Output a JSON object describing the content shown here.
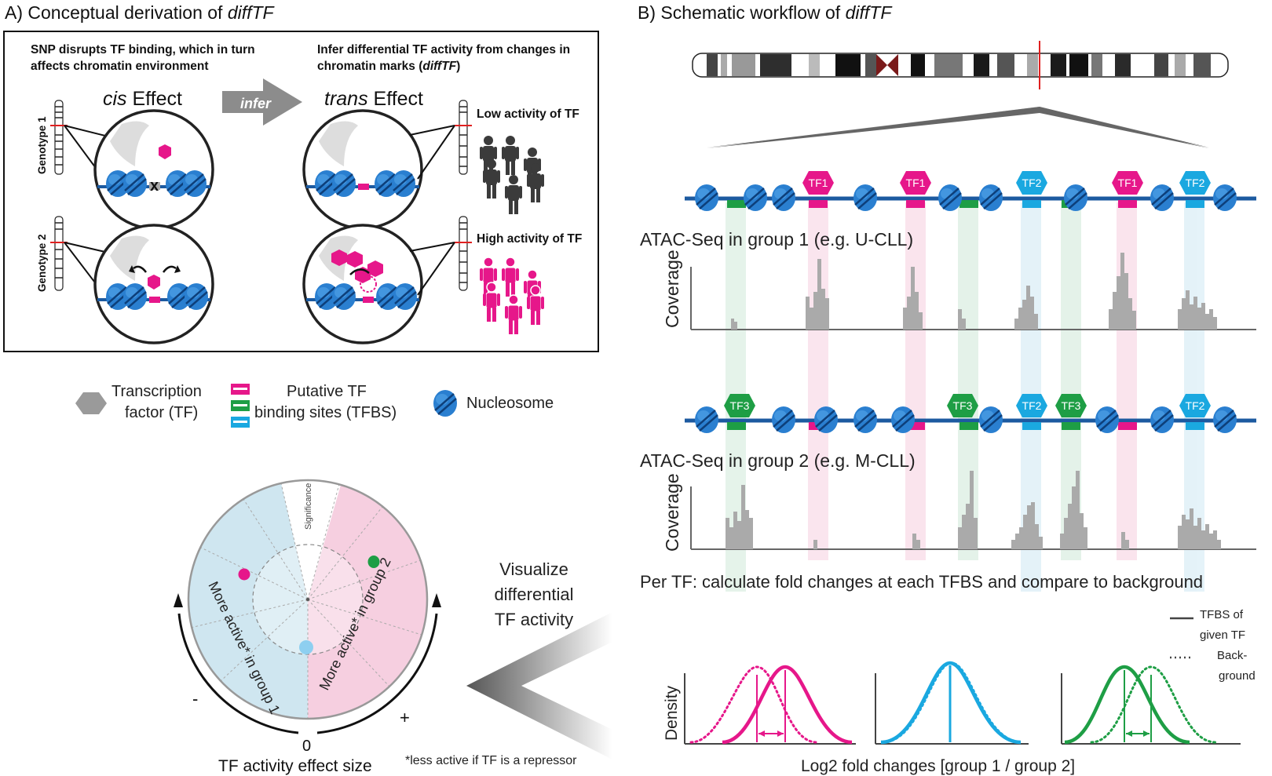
{
  "panel_a": {
    "title_prefix": "A) Conceptual derivation of ",
    "title_italic": "diffTF",
    "left_heading_line1": "SNP disrupts TF binding, which in turn",
    "left_heading_line2": "affects chromatin environment",
    "right_heading_line1": "Infer differential TF activity from changes in",
    "right_heading_line2_prefix": "chromatin marks (",
    "right_heading_line2_italic": "diffTF",
    "right_heading_line2_suffix": ")",
    "cis_italic": "cis",
    "cis_suffix": " Effect",
    "trans_italic": "trans",
    "trans_suffix": " Effect",
    "infer_label": "infer",
    "genotype1": "Genotype 1",
    "genotype2": "Genotype 2",
    "low_activity": "Low activity of TF",
    "high_activity": "High activity of TF",
    "mutation_mark": "x"
  },
  "legend": {
    "tf_line1": "Transcription",
    "tf_line2": "factor (TF)",
    "tfbs_line1": "Putative TF",
    "tfbs_line2": "binding sites (TFBS)",
    "nucleosome": "Nucleosome"
  },
  "circle_plot": {
    "significance": "Significance",
    "group1_label": "More active* in group 1",
    "group2_label": "More active* in group 2",
    "minus": "-",
    "plus": "+",
    "zero": "0",
    "axis_title": "TF activity effect size",
    "footnote": "*less active if TF is a repressor",
    "visualize_line1": "Visualize",
    "visualize_line2": "differential",
    "visualize_line3": "TF activity"
  },
  "panel_b": {
    "title_prefix": "B) Schematic workflow of ",
    "title_italic": "diffTF",
    "atac1": "ATAC-Seq in group 1 (e.g. U-CLL)",
    "atac2": "ATAC-Seq in group 2 (e.g. M-CLL)",
    "coverage": "Coverage",
    "per_tf": "Per TF: calculate fold changes at each TFBS and compare to background",
    "density": "Density",
    "fold_axis": "Log2 fold changes [group 1 / group 2]",
    "legend_solid_line1": "TFBS of",
    "legend_solid_line2": "given TF",
    "legend_dotted_line1": "Back-",
    "legend_dotted_line2": "ground",
    "track1_tfs": [
      "TF1",
      "TF1",
      "TF2",
      "TF1",
      "TF2"
    ],
    "track2_tfs": [
      "TF3",
      "TF3",
      "TF2",
      "TF3",
      "TF2"
    ]
  },
  "colors": {
    "magenta": "#e6178a",
    "green": "#1e9e45",
    "cyan": "#1aa8e0",
    "nucleosome": "#1f6fc0",
    "dna": "#1c5aa0",
    "gray": "#a9a9a9",
    "light_blue_bg": "#cfe6f0",
    "light_pink_bg": "#f6cfe0"
  }
}
